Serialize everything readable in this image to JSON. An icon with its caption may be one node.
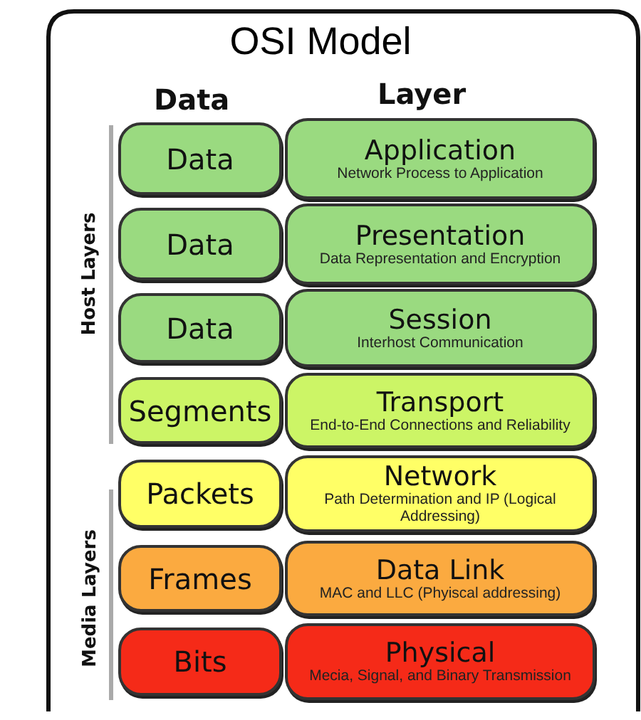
{
  "diagram": {
    "title": "OSI Model",
    "nodes": [
      {
        "text": [
          "Data"
        ]
      },
      {
        "text": [
          "Application",
          "Network Process to Application"
        ]
      },
      {
        "text": [
          "Data"
        ]
      },
      {
        "text": [
          "Presentation",
          "Data Representation and Encryption"
        ]
      },
      {
        "text": [
          "Data"
        ]
      },
      {
        "text": [
          "Session",
          "Interhost Communication"
        ]
      },
      {
        "text": [
          "Segments"
        ]
      },
      {
        "text": [
          "Transport",
          "End-to-End Connections and Reliability"
        ]
      },
      {
        "text": [
          "Packets"
        ]
      },
      {
        "text": [
          "Network",
          "Path Determination and IP (Logical Addressing)"
        ]
      },
      {
        "text": [
          "Frames"
        ]
      },
      {
        "text": [
          "Data Link",
          "MAC and LLC (Phyiscal addressing)"
        ]
      },
      {
        "text": [
          "Bits"
        ]
      },
      {
        "text": [
          "Physical",
          "Mecia, Signal, and Binary Transmission"
        ]
      }
    ],
    "labels": [
      "Data",
      "Layer",
      "Host Layers",
      "Media Layers"
    ]
  }
}
